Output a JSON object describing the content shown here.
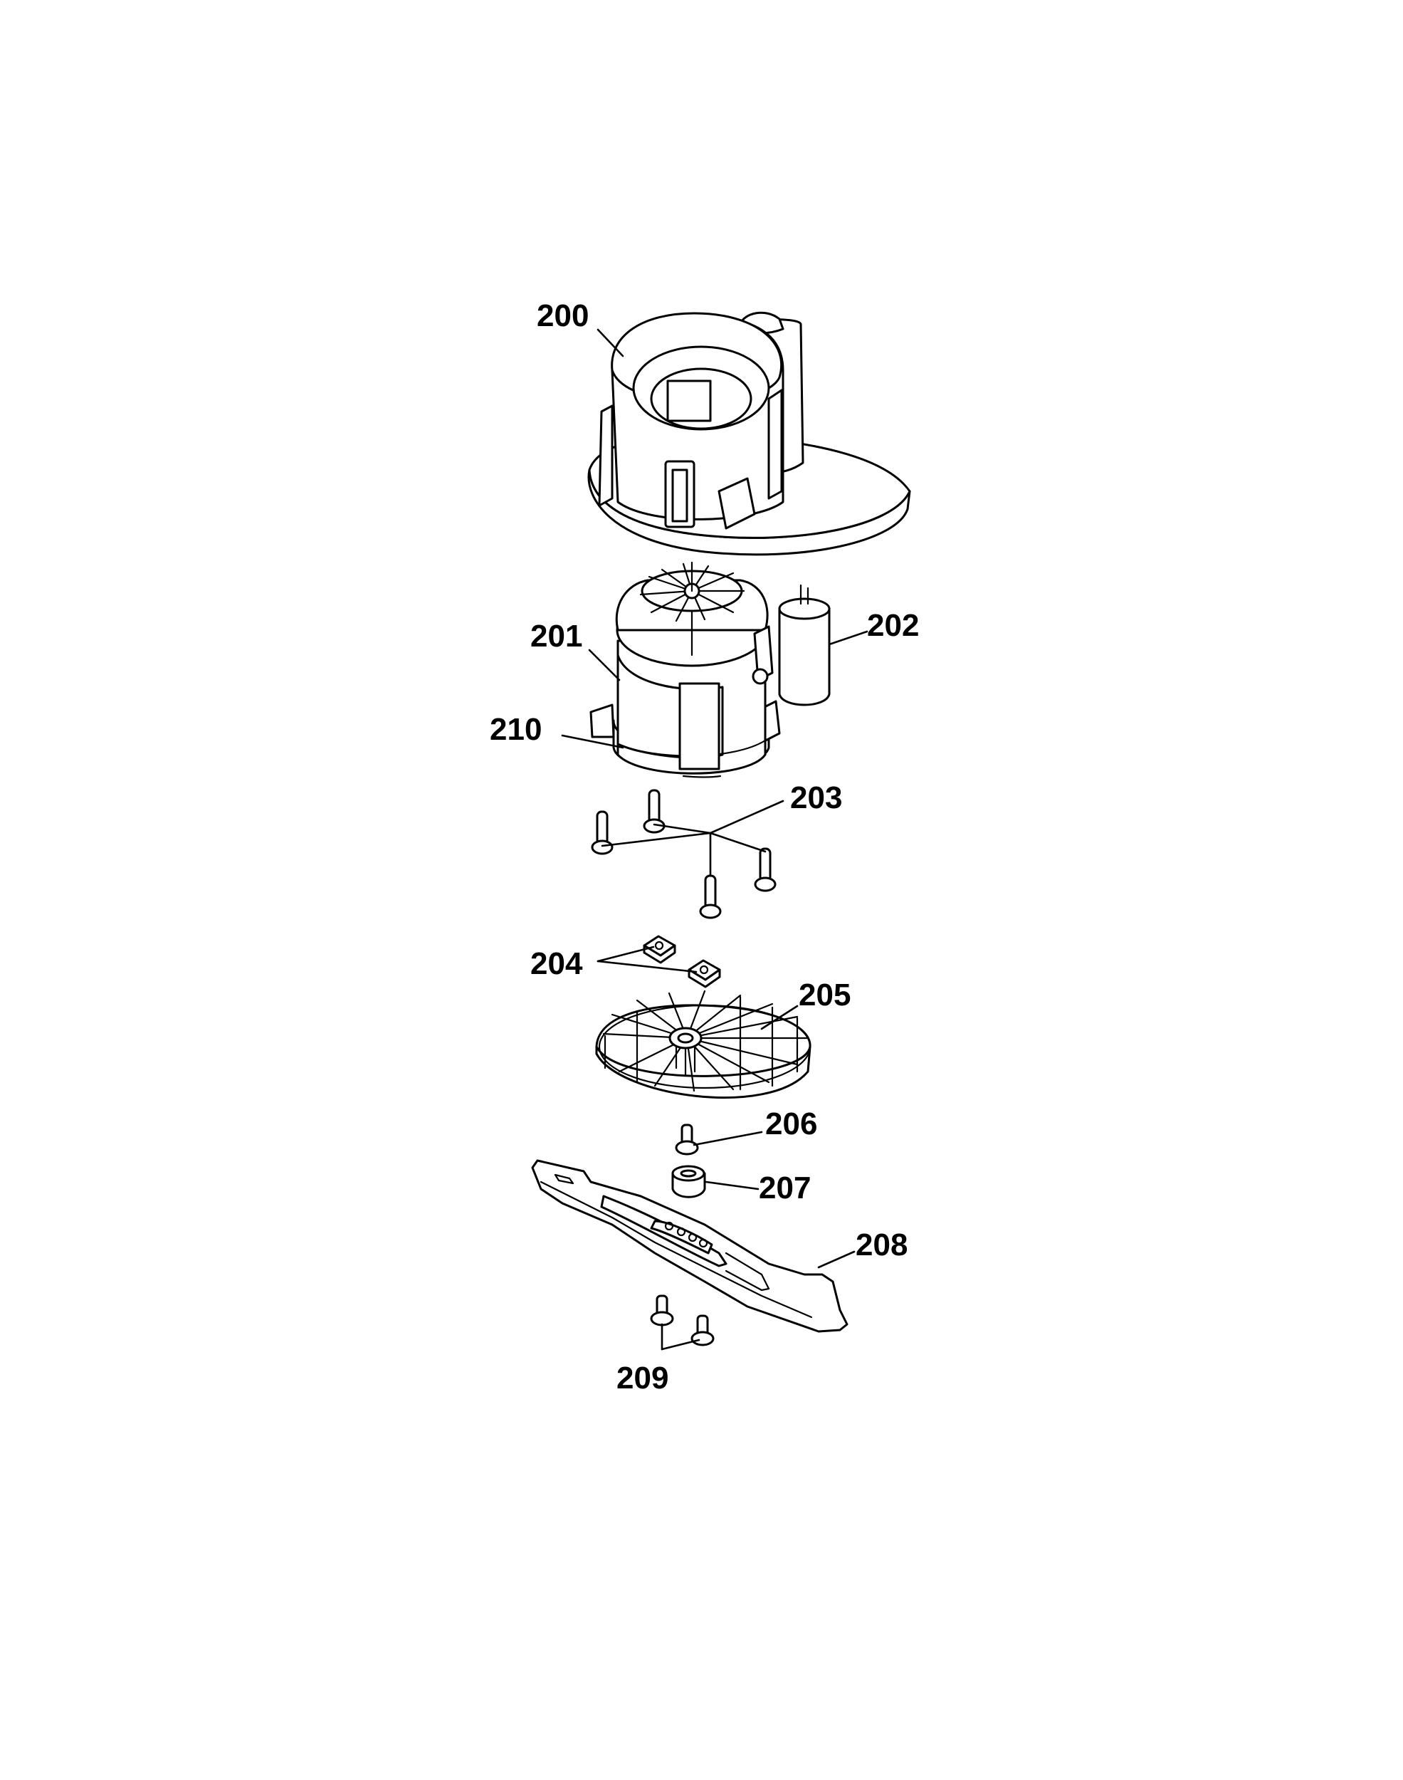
{
  "callouts": {
    "p200": "200",
    "p201": "201",
    "p202": "202",
    "p203": "203",
    "p204": "204",
    "p205": "205",
    "p206": "206",
    "p207": "207",
    "p208": "208",
    "p209": "209",
    "p210": "210"
  },
  "colors": {
    "line": "#000000",
    "background": "#ffffff"
  }
}
